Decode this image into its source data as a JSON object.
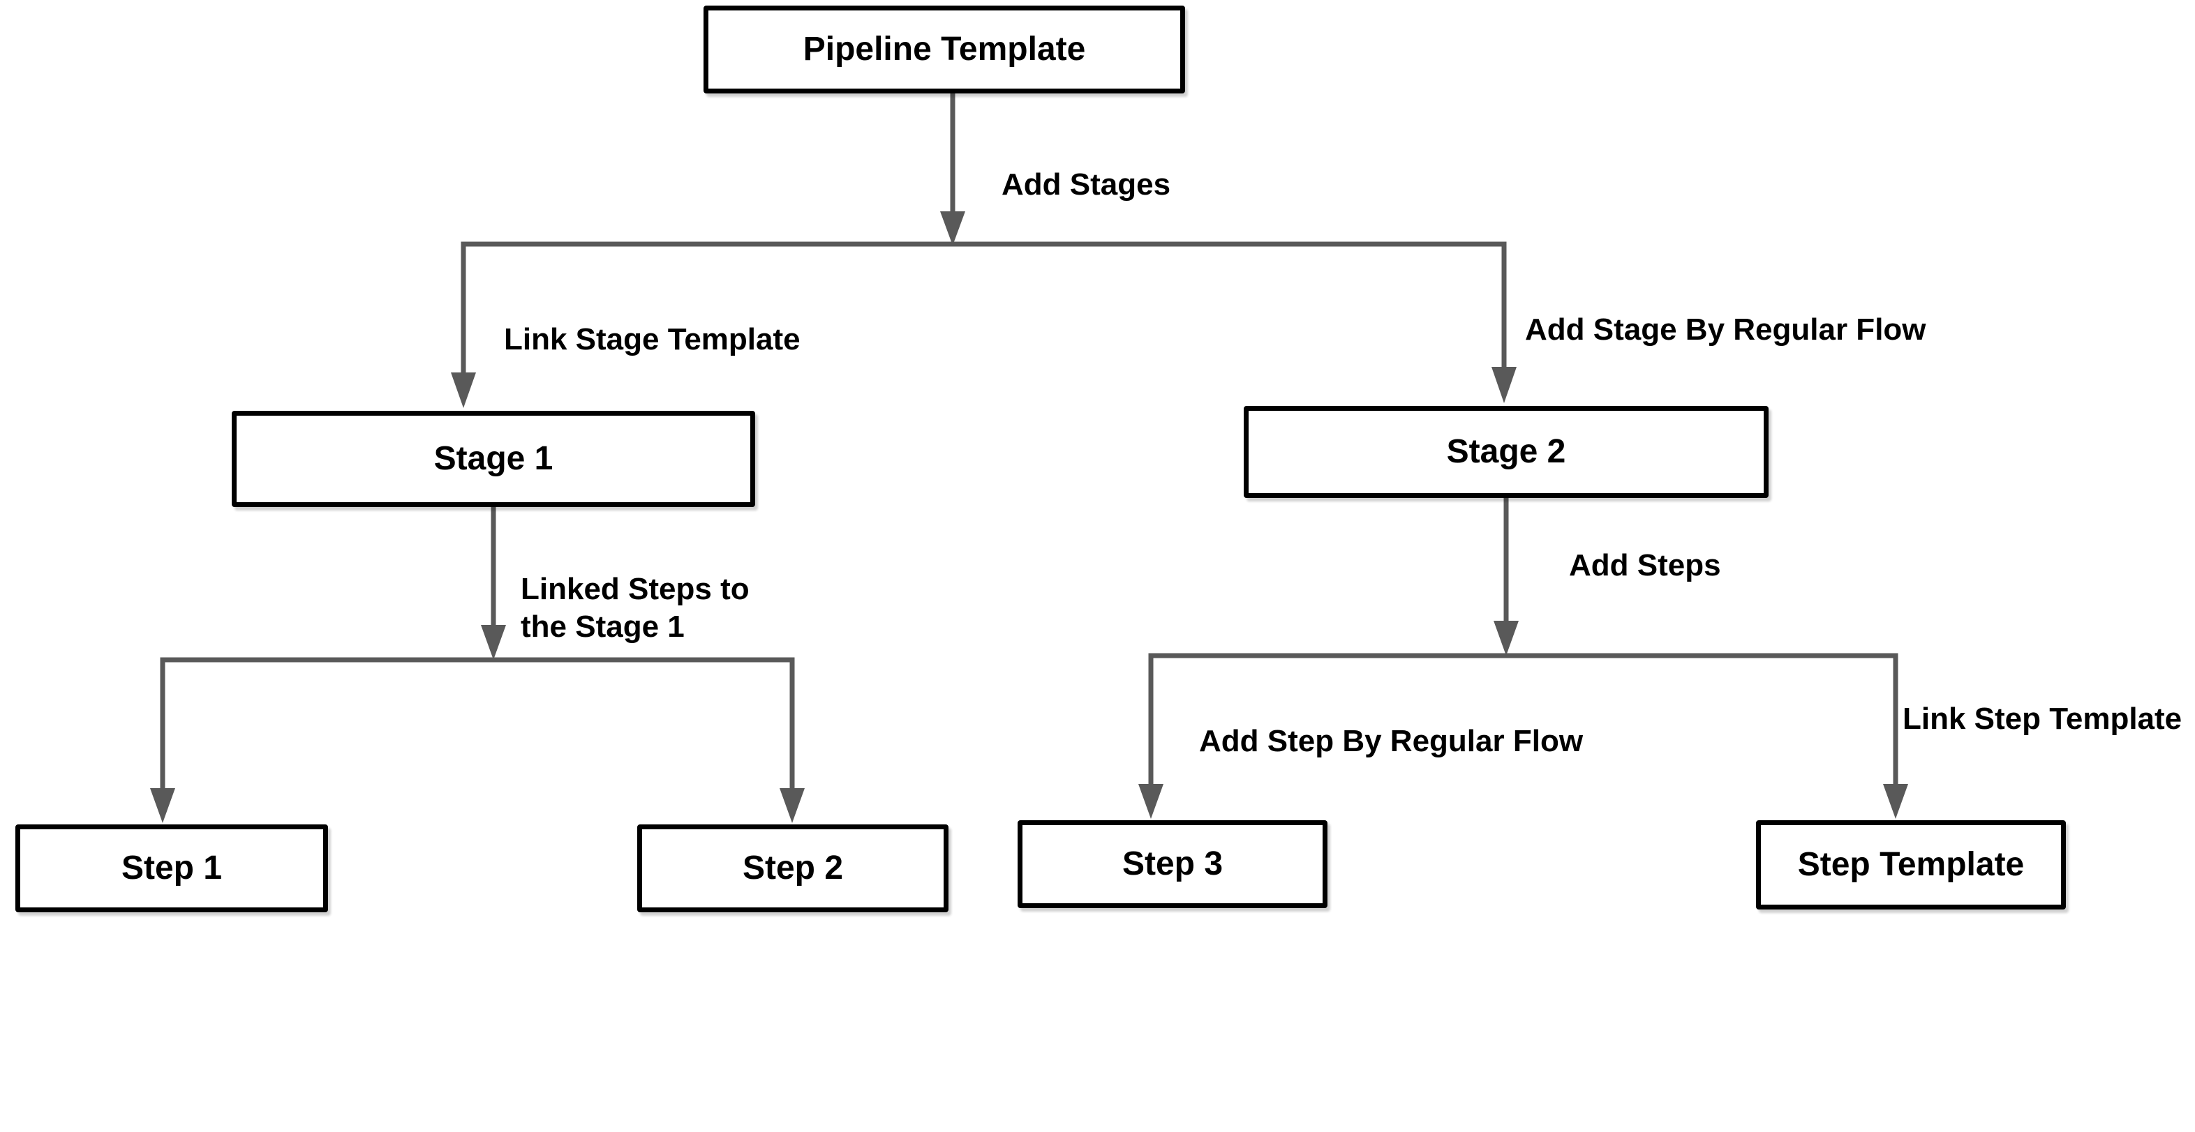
{
  "colors": {
    "line": "#595959",
    "node_border": "#000000",
    "node_fill": "#ffffff",
    "text": "#000000",
    "background": "#ffffff"
  },
  "diagram": {
    "nodes": [
      {
        "id": "pipeline-template",
        "label": "Pipeline Template"
      },
      {
        "id": "stage-1",
        "label": "Stage 1"
      },
      {
        "id": "stage-2",
        "label": "Stage 2"
      },
      {
        "id": "step-1",
        "label": "Step 1"
      },
      {
        "id": "step-2",
        "label": "Step 2"
      },
      {
        "id": "step-3",
        "label": "Step 3"
      },
      {
        "id": "step-template",
        "label": "Step Template"
      }
    ],
    "edges": [
      {
        "from": "Pipeline Template",
        "to": "Stage 1, Stage 2",
        "label": "Add Stages"
      },
      {
        "from": "Pipeline Template",
        "to": "Stage 1",
        "label": "Link Stage Template"
      },
      {
        "from": "Pipeline Template",
        "to": "Stage 2",
        "label": "Add Stage By Regular Flow"
      },
      {
        "from": "Stage 1",
        "to": "Step 1, Step 2",
        "label": "Linked Steps to the Stage 1"
      },
      {
        "from": "Stage 2",
        "to": "Step 3, Step Template",
        "label": "Add Steps"
      },
      {
        "from": "Stage 2",
        "to": "Step 3",
        "label": "Add Step By Regular Flow"
      },
      {
        "from": "Stage 2",
        "to": "Step Template",
        "label": "Link Step Template"
      }
    ]
  }
}
